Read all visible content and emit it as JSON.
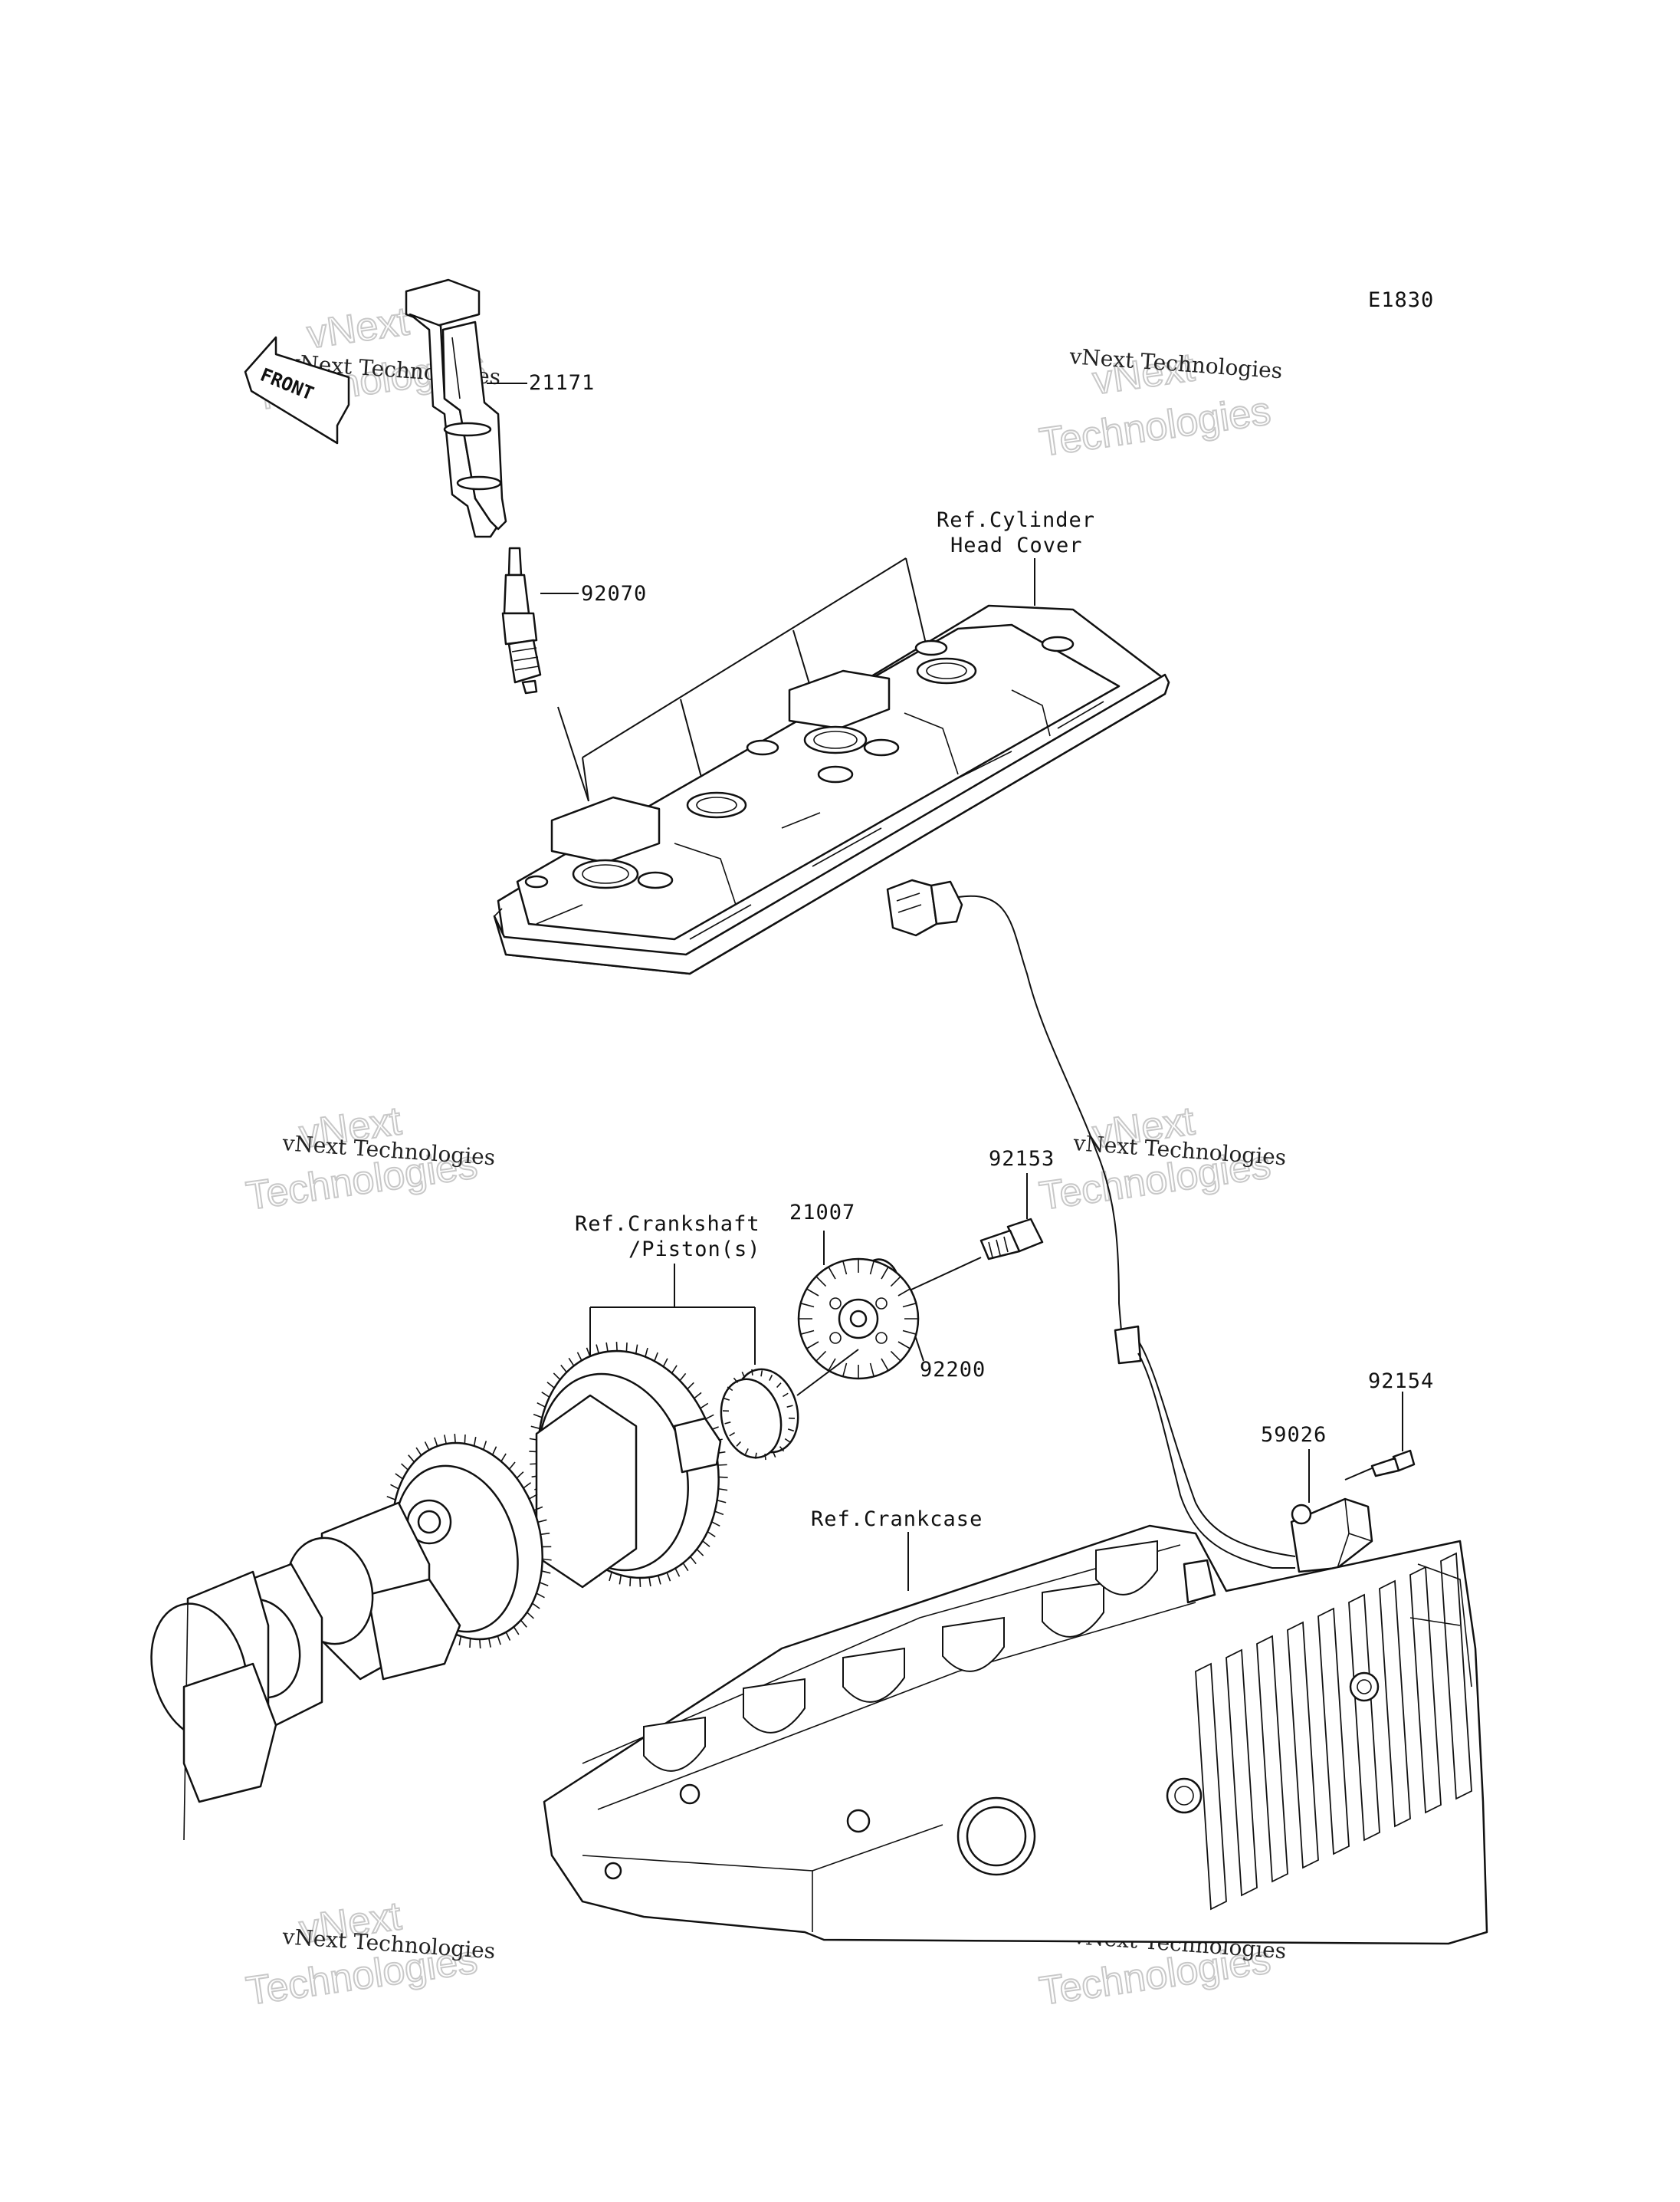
{
  "diagram": {
    "code": "E1830",
    "front_label": "FRONT",
    "watermark": {
      "line1": "vNext Technologies",
      "line2": "vNext",
      "line3": "Technologies"
    },
    "parts": {
      "p21171": "21171",
      "p92070": "92070",
      "p21007": "21007",
      "p92153": "92153",
      "p92200": "92200",
      "p92154": "92154",
      "p59026": "59026"
    },
    "refs": {
      "cyl_line1": "Ref.Cylinder",
      "cyl_line2": "Head Cover",
      "crank_line1": "Ref.Crankshaft",
      "crank_line2": "/Piston(s)",
      "crankcase": "Ref.Crankcase"
    }
  }
}
